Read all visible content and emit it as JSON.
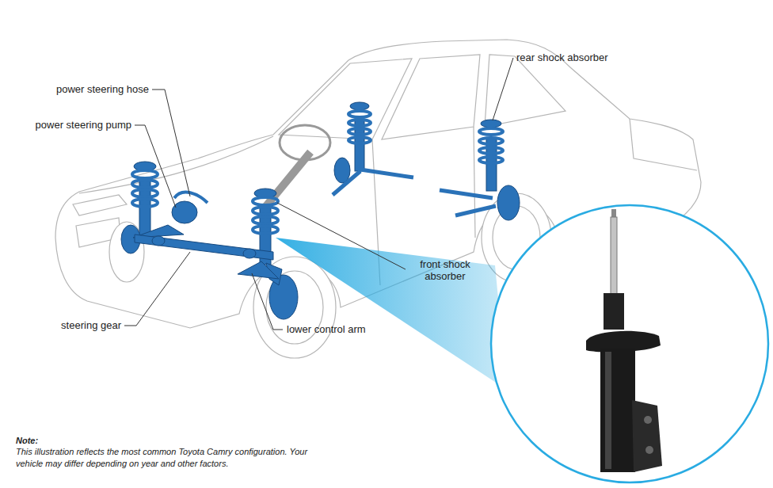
{
  "diagram": {
    "labels": [
      "rear shock absorber",
      "power steering hose",
      "power steering pump",
      "front shock absorber",
      "steering gear",
      "lower control arm",
      "Note:",
      "This illustration reflects the most common Toyota Camry configuration. Your vehicle may differ depending on year and other factors."
    ]
  }
}
